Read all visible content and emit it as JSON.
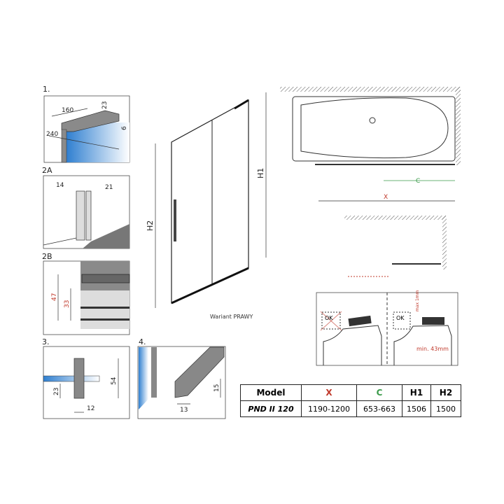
{
  "details": {
    "d1": {
      "label": "1.",
      "dims": [
        "160",
        "23",
        "6",
        "240"
      ]
    },
    "d2a": {
      "label": "2A",
      "dims": [
        "14",
        "21"
      ]
    },
    "d2b": {
      "label": "2B",
      "dims": [
        "47",
        "33"
      ]
    },
    "d3": {
      "label": "3.",
      "dims": [
        "54",
        "23",
        "12"
      ]
    },
    "d4": {
      "label": "4.",
      "dims": [
        "15",
        "13"
      ]
    }
  },
  "door": {
    "h1": "H1",
    "h2": "H2",
    "variant": "Wariant PRAWY"
  },
  "topview": {
    "c": "C",
    "x": "X"
  },
  "install": {
    "ok1": "OK",
    "ok2": "OK",
    "max": "max 1mm",
    "min": "min. 43mm"
  },
  "colors": {
    "x": "#c0392b",
    "c": "#3a9a4a",
    "glass": "#2f7fd0"
  },
  "table": {
    "headers": [
      "Model",
      "X",
      "C",
      "H1",
      "H2"
    ],
    "row": [
      "PND II 120",
      "1190-1200",
      "653-663",
      "1506",
      "1500"
    ]
  }
}
